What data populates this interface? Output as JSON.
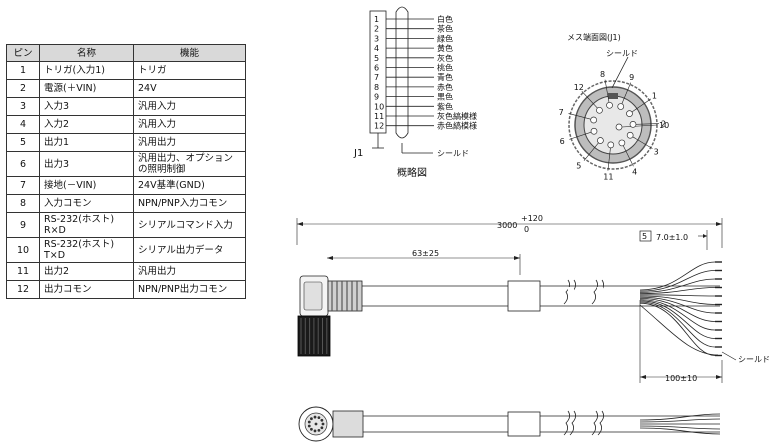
{
  "table": {
    "headers": {
      "pin": "ピン",
      "name": "名称",
      "function": "機能"
    },
    "rows": [
      {
        "pin": "1",
        "name": "トリガ(入力1)",
        "function": "トリガ"
      },
      {
        "pin": "2",
        "name": "電源(＋VIN)",
        "function": "24V"
      },
      {
        "pin": "3",
        "name": "入力3",
        "function": "汎用入力"
      },
      {
        "pin": "4",
        "name": "入力2",
        "function": "汎用入力"
      },
      {
        "pin": "5",
        "name": "出力1",
        "function": "汎用出力"
      },
      {
        "pin": "6",
        "name": "出力3",
        "function": "汎用出力、オプション の照明制御"
      },
      {
        "pin": "7",
        "name": "接地(－VIN)",
        "function": "24V基準(GND)"
      },
      {
        "pin": "8",
        "name": "入力コモン",
        "function": "NPN/PNP入力コモン"
      },
      {
        "pin": "9",
        "name": "RS-232(ホスト) R×D",
        "function": "シリアルコマンド入力"
      },
      {
        "pin": "10",
        "name": "RS-232(ホスト) T×D",
        "function": "シリアル出力データ"
      },
      {
        "pin": "11",
        "name": "出力2",
        "function": "汎用出力"
      },
      {
        "pin": "12",
        "name": "出力コモン",
        "function": "NPN/PNP出力コモン"
      }
    ]
  },
  "schematic": {
    "pin_numbers": [
      "1",
      "2",
      "3",
      "4",
      "5",
      "6",
      "7",
      "8",
      "9",
      "10",
      "11",
      "12"
    ],
    "wire_colors": [
      "白色",
      "茶色",
      "緑色",
      "黄色",
      "灰色",
      "桃色",
      "青色",
      "赤色",
      "黒色",
      "紫色",
      "灰色縞模様",
      "赤色縞模様"
    ],
    "connector_label": "J1",
    "shield_label": "シールド",
    "caption": "概略図"
  },
  "female_end": {
    "title": "メス端面図(J1)",
    "shield_label": "シールド",
    "pins": [
      "8",
      "9",
      "1",
      "10",
      "2",
      "3",
      "4",
      "11",
      "5",
      "6",
      "7",
      "12"
    ]
  },
  "cable_drawing": {
    "total_length": "3000",
    "tol_plus": "+120",
    "tol_minus": "0",
    "length_63": "63±25",
    "strip_mark": "5",
    "strip_length": "7.0±1.0",
    "shield_label": "シールド",
    "length_100": "100±10"
  }
}
